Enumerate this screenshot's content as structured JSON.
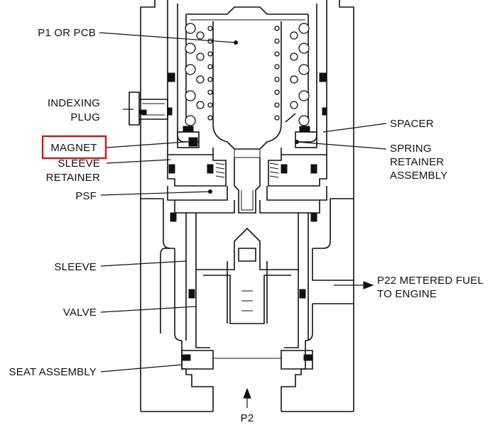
{
  "labels": {
    "p1_pcb": "P1 OR PCB",
    "indexing_plug_line1": "INDEXING",
    "indexing_plug_line2": "PLUG",
    "magnet": "MAGNET",
    "sleeve_retainer_line1": "SLEEVE",
    "sleeve_retainer_line2": "RETAINER",
    "psf": "PSF",
    "sleeve": "SLEEVE",
    "valve": "VALVE",
    "seat_assembly": "SEAT ASSEMBLY",
    "spacer": "SPACER",
    "spring_retainer_line1": "SPRING",
    "spring_retainer_line2": "RETAINER",
    "spring_retainer_line3": "ASSEMBLY",
    "p22_line1": "P22 METERED FUEL",
    "p22_line2": "TO ENGINE",
    "p2": "P2"
  },
  "colors": {
    "highlight_box": "#d0161b",
    "ink": "#111111"
  }
}
